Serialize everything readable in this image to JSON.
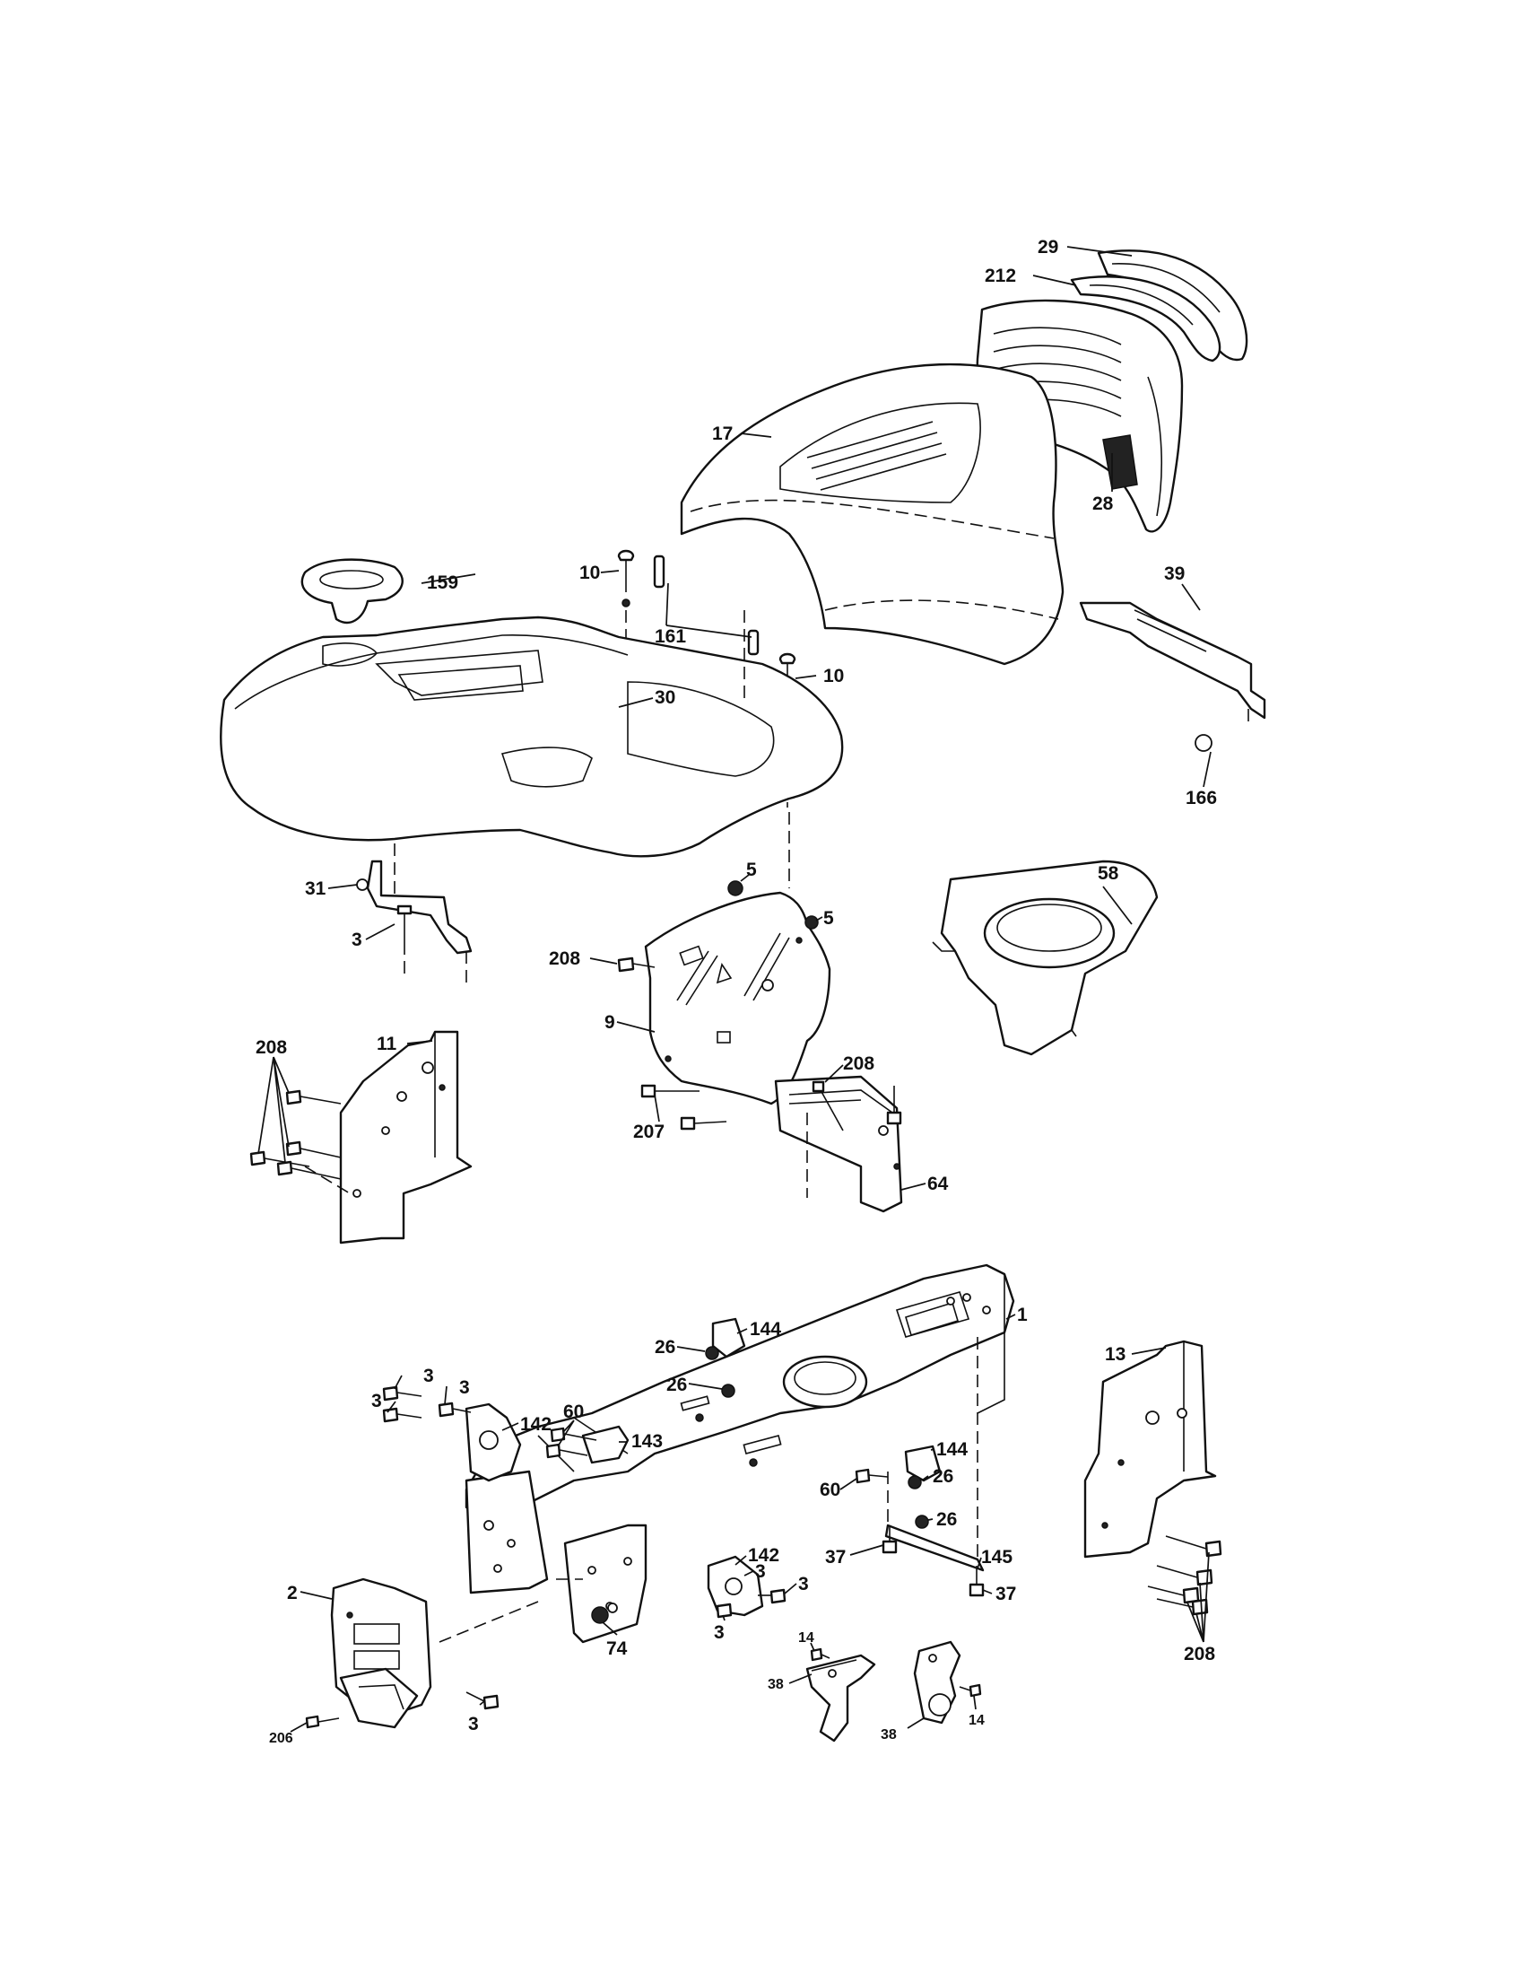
{
  "labels": {
    "l29": "29",
    "l212": "212",
    "l17": "17",
    "l28": "28",
    "l39": "39",
    "l166": "166",
    "l10a": "10",
    "l10b": "10",
    "l161": "161",
    "l159": "159",
    "l30": "30",
    "l31": "31",
    "l3a": "3",
    "l5a": "5",
    "l5b": "5",
    "l58": "58",
    "l208a": "208",
    "l9": "9",
    "l208b": "208",
    "l207": "207",
    "l64": "64",
    "l208c": "208",
    "l11": "11",
    "l1": "1",
    "l144a": "144",
    "l26a": "26",
    "l26b": "26",
    "l3b": "3",
    "l3c": "3",
    "l3d": "3",
    "l60a": "60",
    "l142a": "142",
    "l143": "143",
    "l144b": "144",
    "l26c": "26",
    "l60b": "60",
    "l26d": "26",
    "l142b": "142",
    "l3e": "3",
    "l3f": "3",
    "l3g": "3",
    "l37a": "37",
    "l145": "145",
    "l37b": "37",
    "l13": "13",
    "l208d": "208",
    "l2": "2",
    "l74": "74",
    "l14a": "14",
    "l38a": "38",
    "l206": "206",
    "l3h": "3",
    "l38b": "38",
    "l14b": "14"
  }
}
